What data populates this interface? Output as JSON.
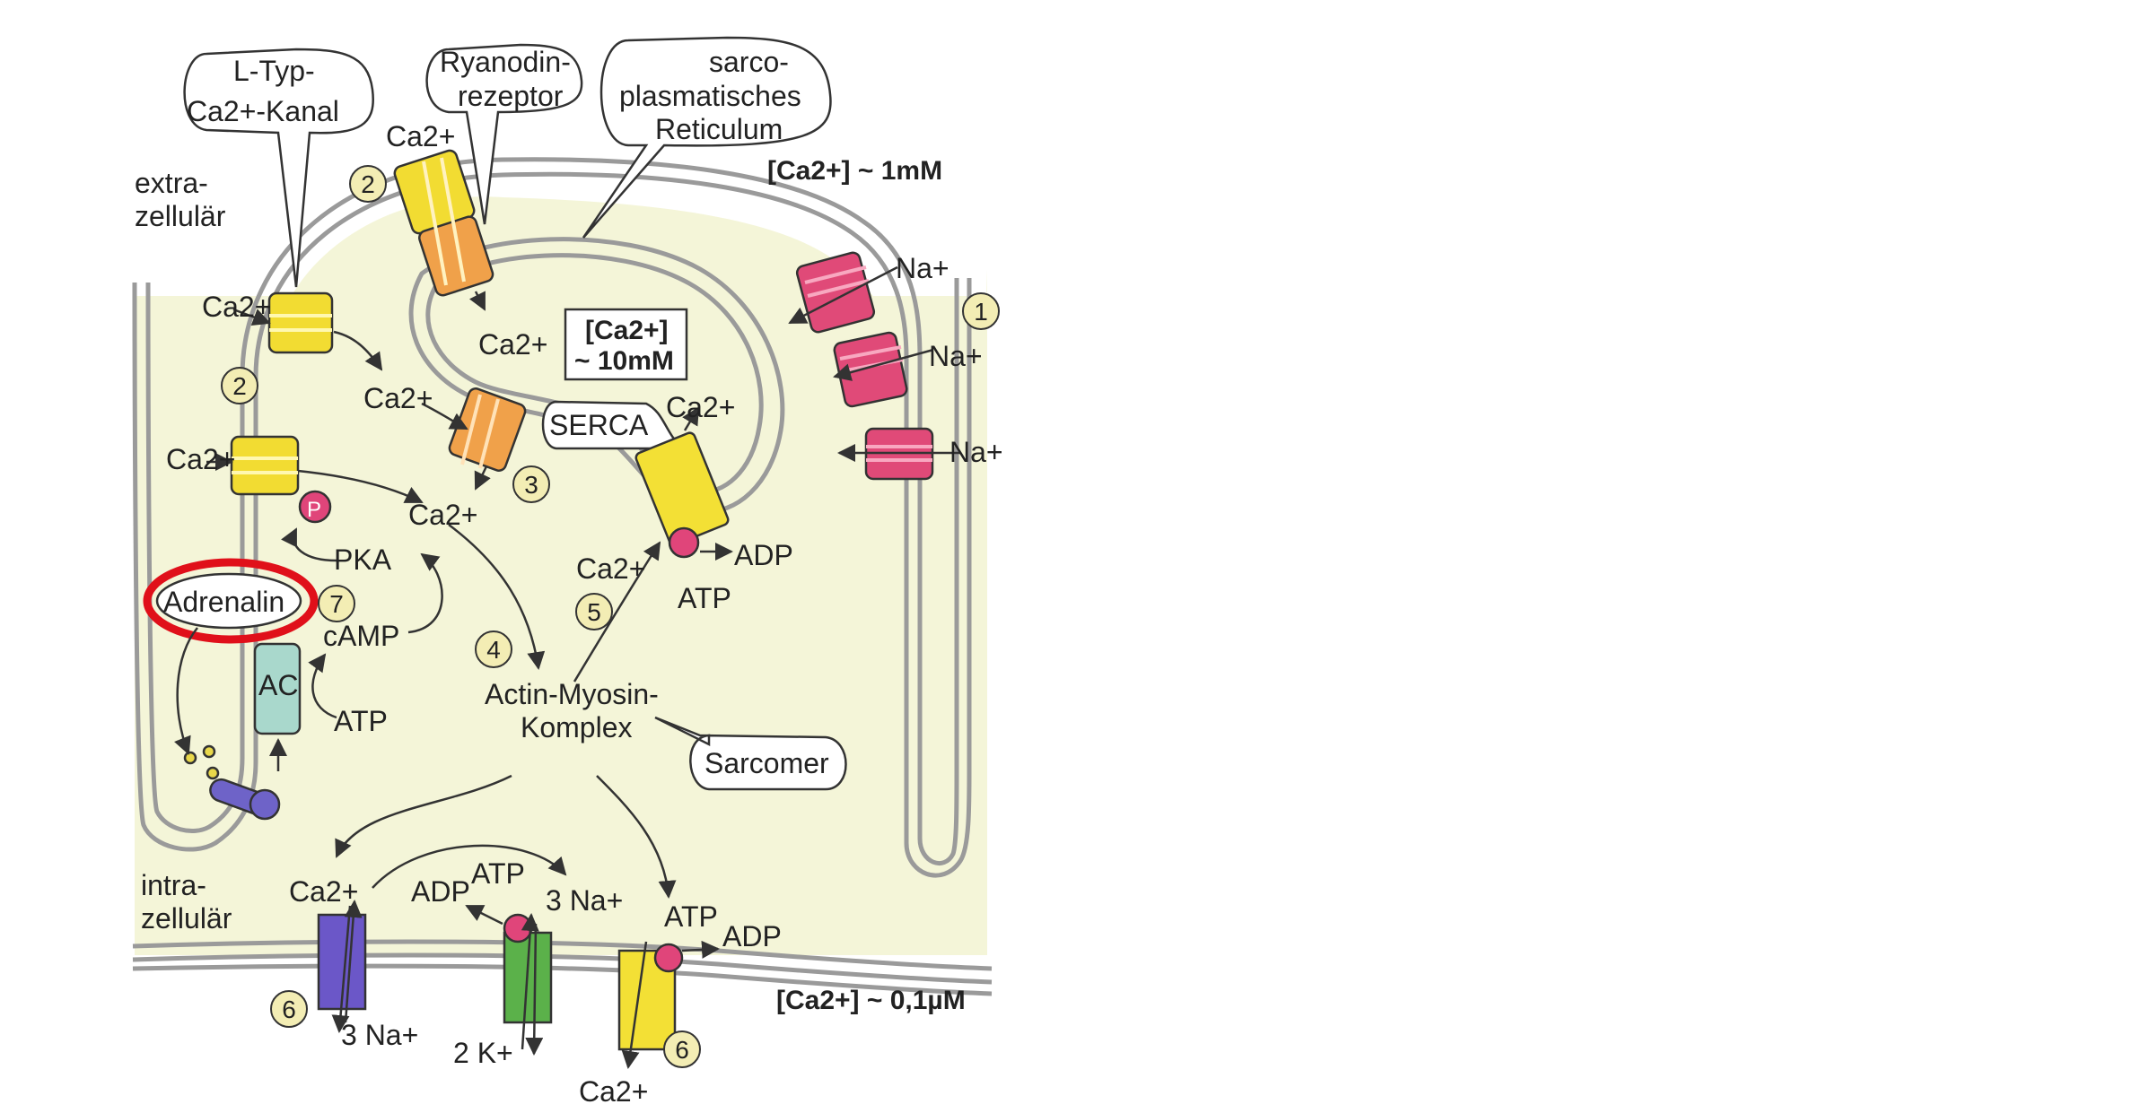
{
  "colors": {
    "cytoplasm": "#f4f5d8",
    "membrane": "#9a9a9a",
    "ltype_channel": "#f2dc32",
    "ryanodine": "#f0a14a",
    "exchanger": "#e04a78",
    "serca": "#f3e035",
    "ac": "#a9d8cc",
    "ncx": "#6b57c8",
    "nak": "#5bb14a",
    "pmca": "#f3e035",
    "highlight": "#e0101a",
    "number_circle": "#f3edb4",
    "phospho": "#e0457a",
    "receptor": "#6e63c8"
  },
  "labels": {
    "ltype": [
      "L-Typ-",
      "Ca2+-Kanal"
    ],
    "ryanodin": [
      "Ryanodin-",
      "rezeptor"
    ],
    "sr": [
      "sarco-",
      "plasmatisches",
      "Reticulum"
    ],
    "extra": [
      "extra-",
      "zellulär"
    ],
    "intra": [
      "intra-",
      "zellulär"
    ],
    "ca_extra_conc": "[Ca2+] ~ 1mM",
    "ca_sr_conc": [
      "[Ca2+]",
      "~ 10mM"
    ],
    "ca_intra_conc": "[Ca2+] ~ 0,1µM",
    "serca": "SERCA",
    "adrenalin": "Adrenalin",
    "ac": "AC",
    "pka": "PKA",
    "camp": "cAMP",
    "atp": "ATP",
    "adp": "ADP",
    "p": "P",
    "actin_myosin": [
      "Actin-Myosin-",
      "Komplex"
    ],
    "sarcomer": "Sarcomer",
    "ca": "Ca2+",
    "na": "Na+",
    "three_na": "3 Na+",
    "two_k": "2 K+"
  },
  "numbers": [
    "1",
    "2",
    "2",
    "3",
    "4",
    "5",
    "6",
    "6",
    "7"
  ]
}
